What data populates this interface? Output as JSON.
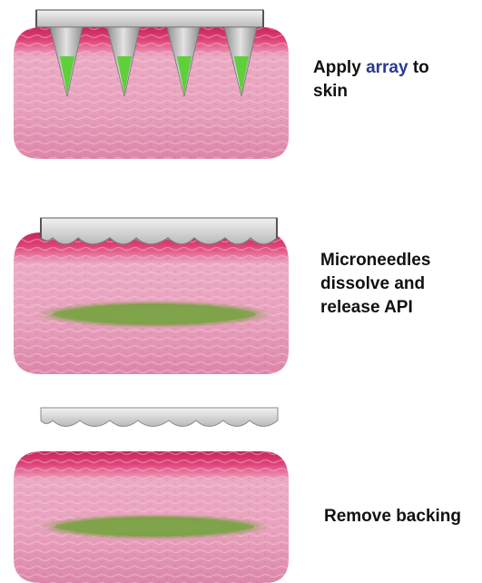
{
  "steps": [
    {
      "text_before": "Apply ",
      "highlight": "array",
      "text_after": " to skin"
    },
    {
      "text": "Microneedles dissolve and release API"
    },
    {
      "text": "Remove backing"
    }
  ],
  "colors": {
    "skin_top": "#d8346a",
    "skin_mid": "#e79ab6",
    "skin_bottom": "#dc7fa5",
    "array_backing": "#d3d3d3",
    "needle_drug": "#5fcf3a",
    "released_drug": "#7fa34a",
    "highlight_text": "#2a3b8f"
  }
}
